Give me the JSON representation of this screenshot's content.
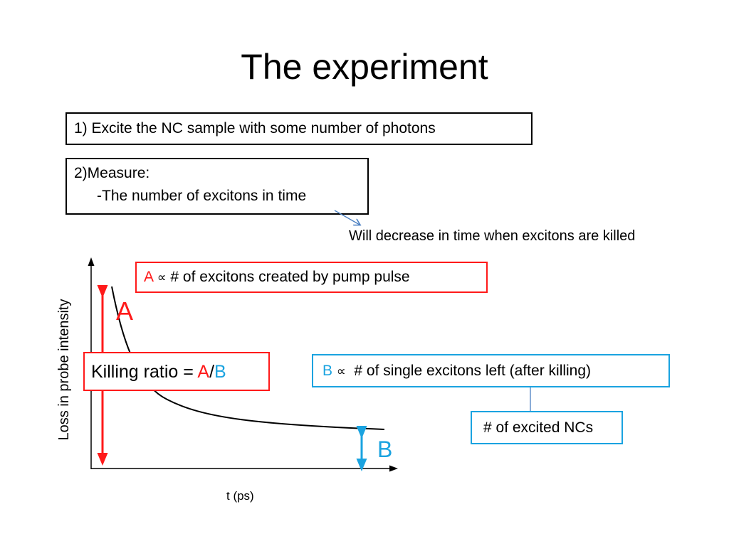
{
  "title": "The experiment",
  "step1": "1) Excite the NC sample with some number of photons",
  "step2": {
    "line1": "2)Measure:",
    "line2": "-The number of excitons in time"
  },
  "decrease_note": "Will decrease in time when excitons are killed",
  "a_box": {
    "symbol": "A",
    "relation": "∝",
    "text": "# of excitons created by pump pulse"
  },
  "killing_ratio": {
    "prefix": "Killing ratio = ",
    "numerator": "A",
    "slash": "/",
    "denominator": "B"
  },
  "b_box": {
    "symbol": "B",
    "relation": "∝",
    "text": "# of single excitons left (after killing)"
  },
  "nc_box": "# of excited NCs",
  "axes": {
    "ylabel": "Loss in probe intensity",
    "xlabel": "t (ps)"
  },
  "labels": {
    "a": "A",
    "b": "B"
  },
  "colors": {
    "red": "#ff1a1a",
    "blue": "#1aa3e0",
    "black": "#000000"
  }
}
